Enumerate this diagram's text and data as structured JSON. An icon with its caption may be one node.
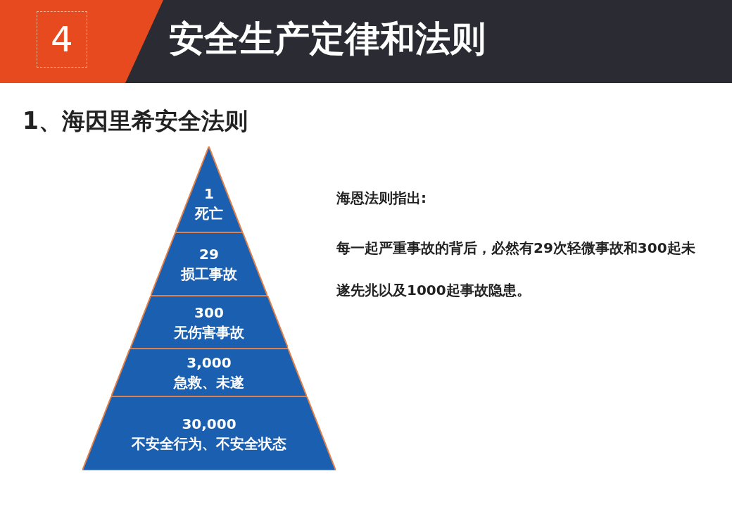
{
  "diagram": {
    "title": "安全生产定律和法则",
    "nodes": [
      {
        "text": [
          "1",
          "死亡"
        ]
      },
      {
        "text": [
          "29",
          "损工事故"
        ]
      },
      {
        "text": [
          "300",
          "无伤害事故"
        ]
      },
      {
        "text": [
          "3,000",
          "急救、未遂"
        ]
      },
      {
        "text": [
          "30,000",
          "不安全行为、不安全状态"
        ]
      }
    ],
    "labels": [
      "4",
      "1、海因里希安全法则",
      "海恩法则指出:",
      "每一起严重事故的背后，必然有29次轻微事故和300起未遂先兆以及1000起事故隐患。"
    ]
  }
}
